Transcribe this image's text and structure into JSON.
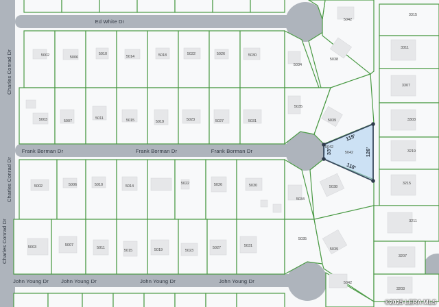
{
  "streets": {
    "ed_white": "Ed White Dr",
    "frank_borman_1": "Frank Borman Dr",
    "frank_borman_2": "Frank Borman Dr",
    "frank_borman_3": "Frank Borman Dr",
    "charles_conrad_1": "Charles Conrad Dr",
    "charles_conrad_2": "Charles Conrad Dr",
    "charles_conrad_3": "Charles Conrad Dr",
    "john_young_1": "John Young Dr",
    "john_young_2": "John Young Dr",
    "john_young_3": "John Young Dr",
    "john_young_4": "John Young Dr"
  },
  "lots": {
    "row1": [
      "5002",
      "5006",
      "5010",
      "5014",
      "5018",
      "5022",
      "5026",
      "5030"
    ],
    "row2": [
      "5003",
      "5007",
      "5011",
      "5015",
      "5019",
      "5023",
      "5027",
      "5031"
    ],
    "row3": [
      "5002",
      "5006",
      "5010",
      "5014",
      "5022",
      "5026",
      "5030"
    ],
    "row4": [
      "5003",
      "5007",
      "5011",
      "5015",
      "5019",
      "5023",
      "5027",
      "5031"
    ],
    "cul_de_sac_1": [
      "5042",
      "5034",
      "5038",
      "5035",
      "5039"
    ],
    "cul_de_sac_2": [
      "5042",
      "5034",
      "5038",
      "5035",
      "5039",
      "5042"
    ],
    "east_column": [
      "3315",
      "3311",
      "3307",
      "3303",
      "3219",
      "3215",
      "3211",
      "3207",
      "3203"
    ]
  },
  "subject_parcel": {
    "lot_number": "5042",
    "dimensions": {
      "north": "119'",
      "east": "126'",
      "south": "118'",
      "west": "33'"
    }
  },
  "watermark": "©2025 LERA MLS",
  "colors": {
    "lot_outline": "#4a9a44",
    "road": "#aeb4bc",
    "subject_fill": "#aacdf0",
    "subject_outline": "#3a4a5e"
  }
}
